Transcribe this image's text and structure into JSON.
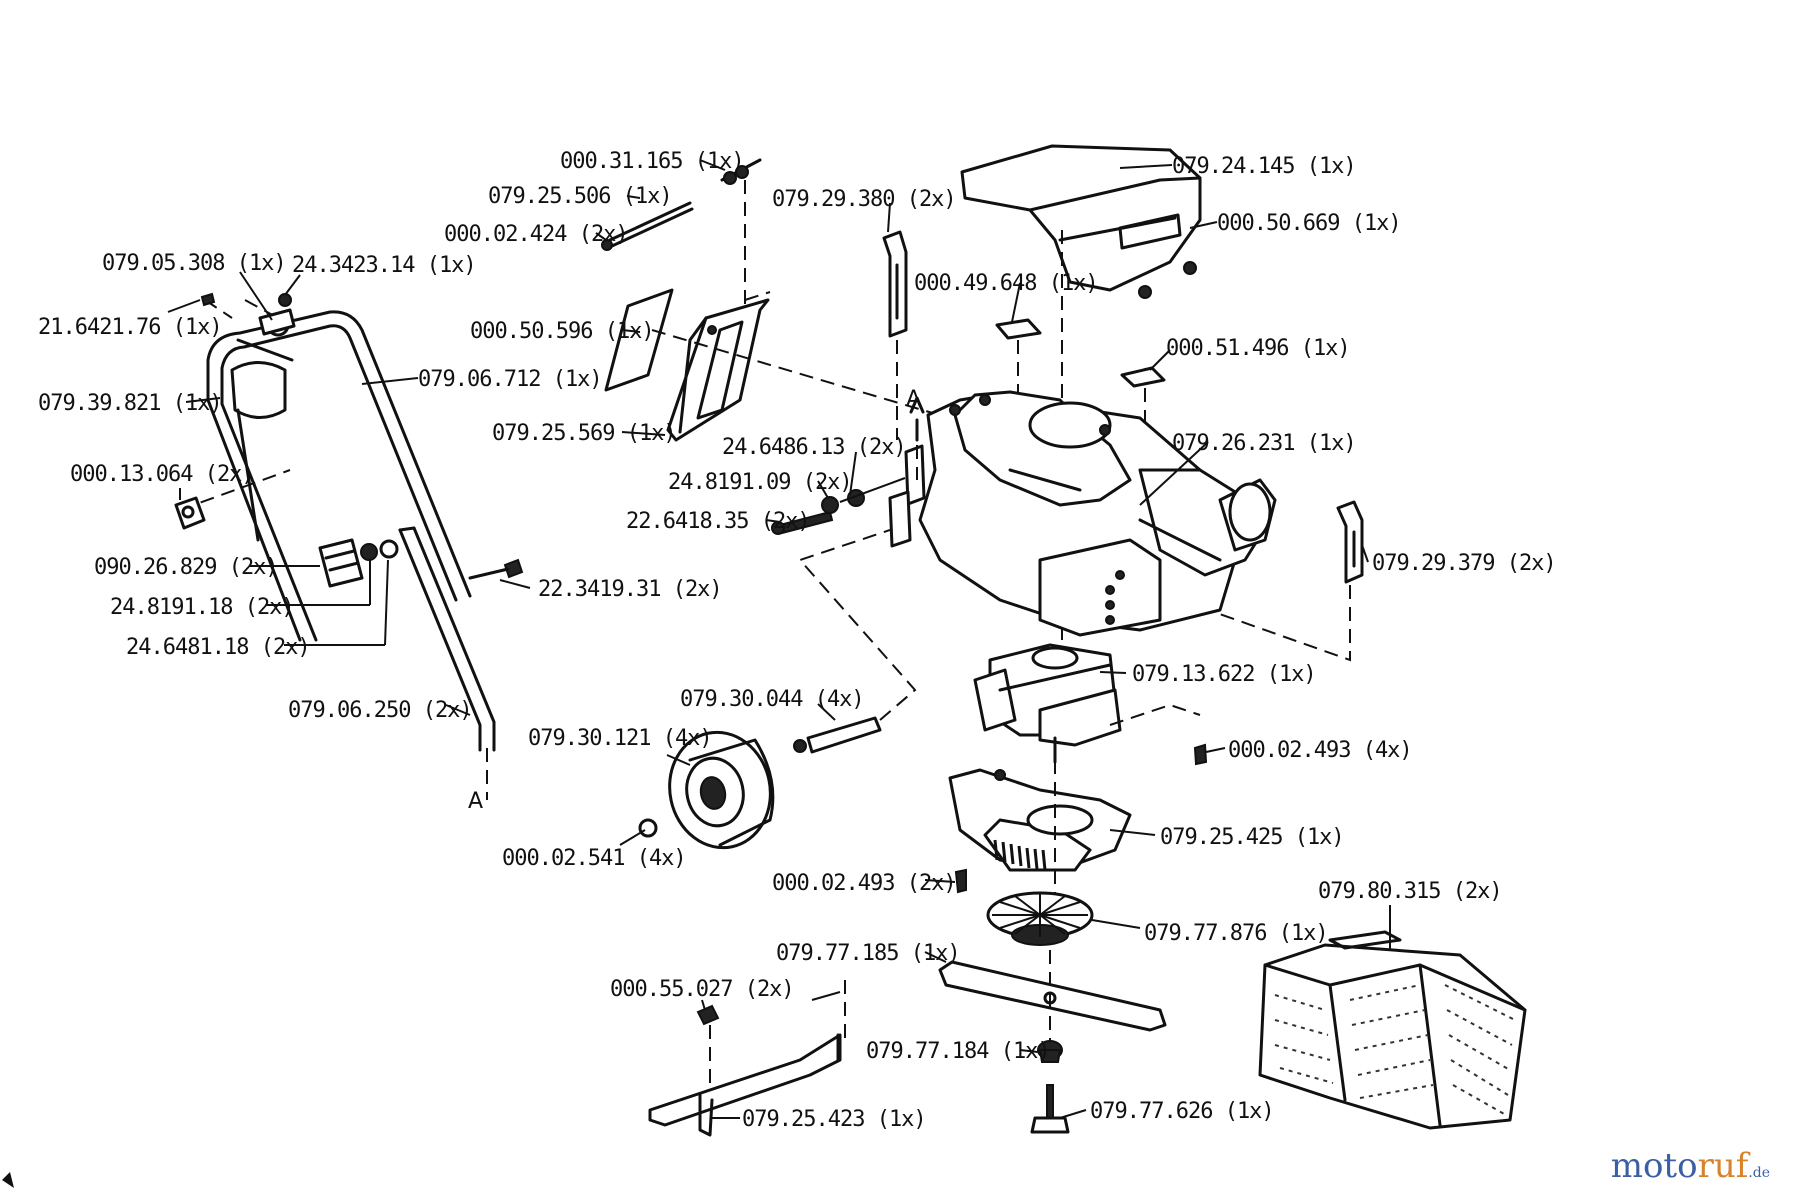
{
  "labels": [
    "000.31.165 (1x)",
    "079.25.506 (1x)",
    "000.02.424 (2x)",
    "079.29.380 (2x)",
    "079.24.145 (1x)",
    "000.50.669 (1x)",
    "079.05.308 (1x)",
    "24.3423.14 (1x)",
    "000.49.648 (1x)",
    "21.6421.76 (1x)",
    "000.50.596 (1x)",
    "000.51.496 (1x)",
    "079.06.712 (1x)",
    "079.39.821 (1x)",
    "A",
    "079.26.231 (1x)",
    "079.25.569 (1x)",
    "24.6486.13 (2x)",
    "000.13.064 (2x)",
    "24.8191.09 (2x)",
    "22.6418.35 (2x)",
    "079.29.379 (2x)",
    "090.26.829 (2x)",
    "22.3419.31 (2x)",
    "24.8191.18 (2x)",
    "24.6481.18 (2x)",
    "079.13.622 (1x)",
    "079.30.044 (4x)",
    "079.06.250 (2x)",
    "079.30.121 (4x)",
    "000.02.493 (4x)",
    "A",
    "079.25.425 (1x)",
    "000.02.541 (4x)",
    "000.02.493 (2x)",
    "079.80.315 (2x)",
    "079.77.876 (1x)",
    "079.77.185 (1x)",
    "000.55.027 (2x)",
    "079.77.184 (1x)",
    "079.77.626 (1x)",
    "079.25.423 (1x)"
  ],
  "watermark": {
    "part1": "moto",
    "part2": "ruf",
    "part3": ".de"
  }
}
